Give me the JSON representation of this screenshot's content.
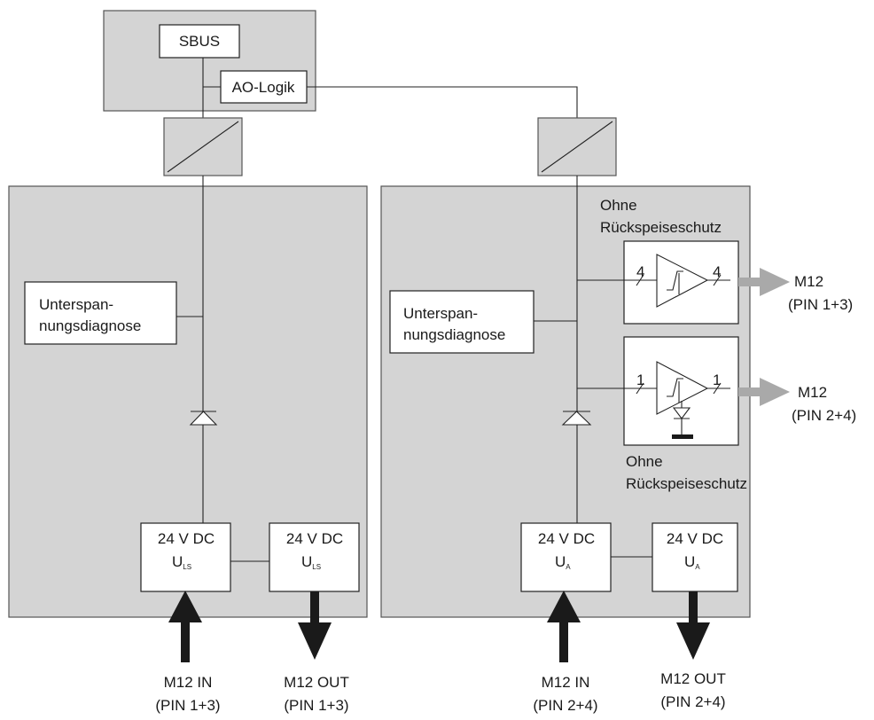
{
  "top_block": {
    "bus_label": "SBUS",
    "logic_label": "AO-Logik"
  },
  "left_module": {
    "diag_line1": "Unterspan-",
    "diag_line2": "nungsdiagnose",
    "supply_in": {
      "line1": "24 V DC",
      "line2": "U",
      "sub": "LS"
    },
    "supply_out": {
      "line1": "24 V DC",
      "line2": "U",
      "sub": "LS"
    },
    "in_label": "M12 IN",
    "in_pins": "(PIN 1+3)",
    "out_label": "M12 OUT",
    "out_pins": "(PIN 1+3)"
  },
  "right_module": {
    "diag_line1": "Unterspan-",
    "diag_line2": "nungsdiagnose",
    "note1_line1": "Ohne",
    "note1_line2": "Rückspeiseschutz",
    "note2_line1": "Ohne",
    "note2_line2": "Rückspeiseschutz",
    "driver1_in": "4",
    "driver1_out": "4",
    "driver2_in": "1",
    "driver2_out": "1",
    "out1_label": "M12",
    "out1_pins": "(PIN 1+3)",
    "out2_label": "M12",
    "out2_pins": "(PIN 2+4)",
    "supply_in": {
      "line1": "24 V DC",
      "line2": "U",
      "sub": "A"
    },
    "supply_out": {
      "line1": "24 V DC",
      "line2": "U",
      "sub": "A"
    },
    "in_label": "M12 IN",
    "in_pins": "(PIN 2+4)",
    "out_label": "M12 OUT",
    "out_pins": "(PIN 2+4)"
  },
  "colors": {
    "panel": "#d4d4d4",
    "arrow_dark": "#1a1a1a",
    "arrow_gray": "#a9a9a9"
  }
}
